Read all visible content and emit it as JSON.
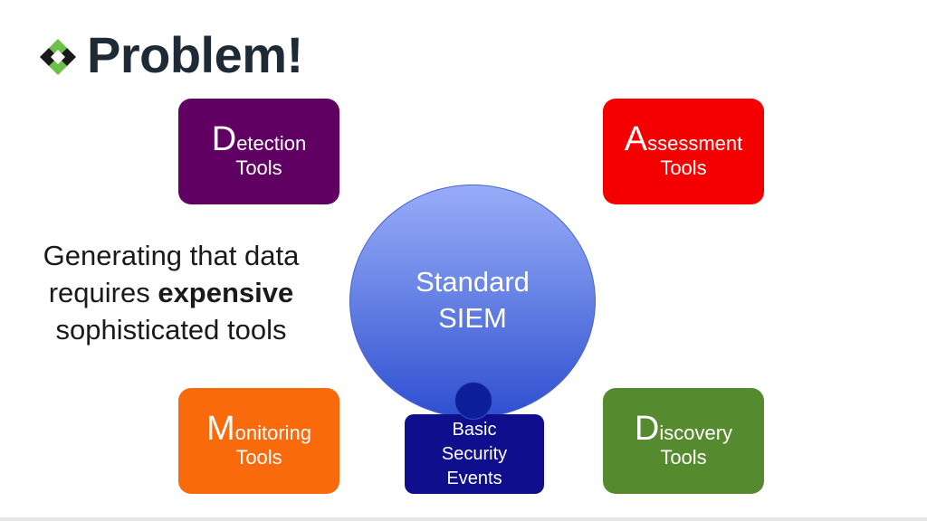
{
  "slide": {
    "title": "Problem!"
  },
  "tools": {
    "detection": {
      "initial": "D",
      "rest": "etection",
      "line2": "Tools",
      "color": "#5f0062"
    },
    "assessment": {
      "initial": "A",
      "rest": "ssessment",
      "line2": "Tools",
      "color": "#f50000"
    },
    "monitoring": {
      "initial": "M",
      "rest": "onitoring",
      "line2": "Tools",
      "color": "#f86a0b"
    },
    "discovery": {
      "initial": "D",
      "rest": "iscovery",
      "line2": "Tools",
      "color": "#558a2e"
    }
  },
  "body_text": {
    "line1": "Generating that data",
    "line2_prefix": "requires ",
    "line2_bold": "expensive",
    "line3": "sophisticated tools"
  },
  "siem": {
    "line1": "Standard",
    "line2": "SIEM"
  },
  "events": {
    "line1": "Basic",
    "line2": "Security",
    "line3": "Events"
  },
  "colors": {
    "title_icon_dark": "#1a1a1a",
    "title_icon_green": "#6cc04a",
    "siem_top": "#98acf9",
    "siem_bottom": "#2f4fd0",
    "events_box": "#0f0f8e"
  }
}
